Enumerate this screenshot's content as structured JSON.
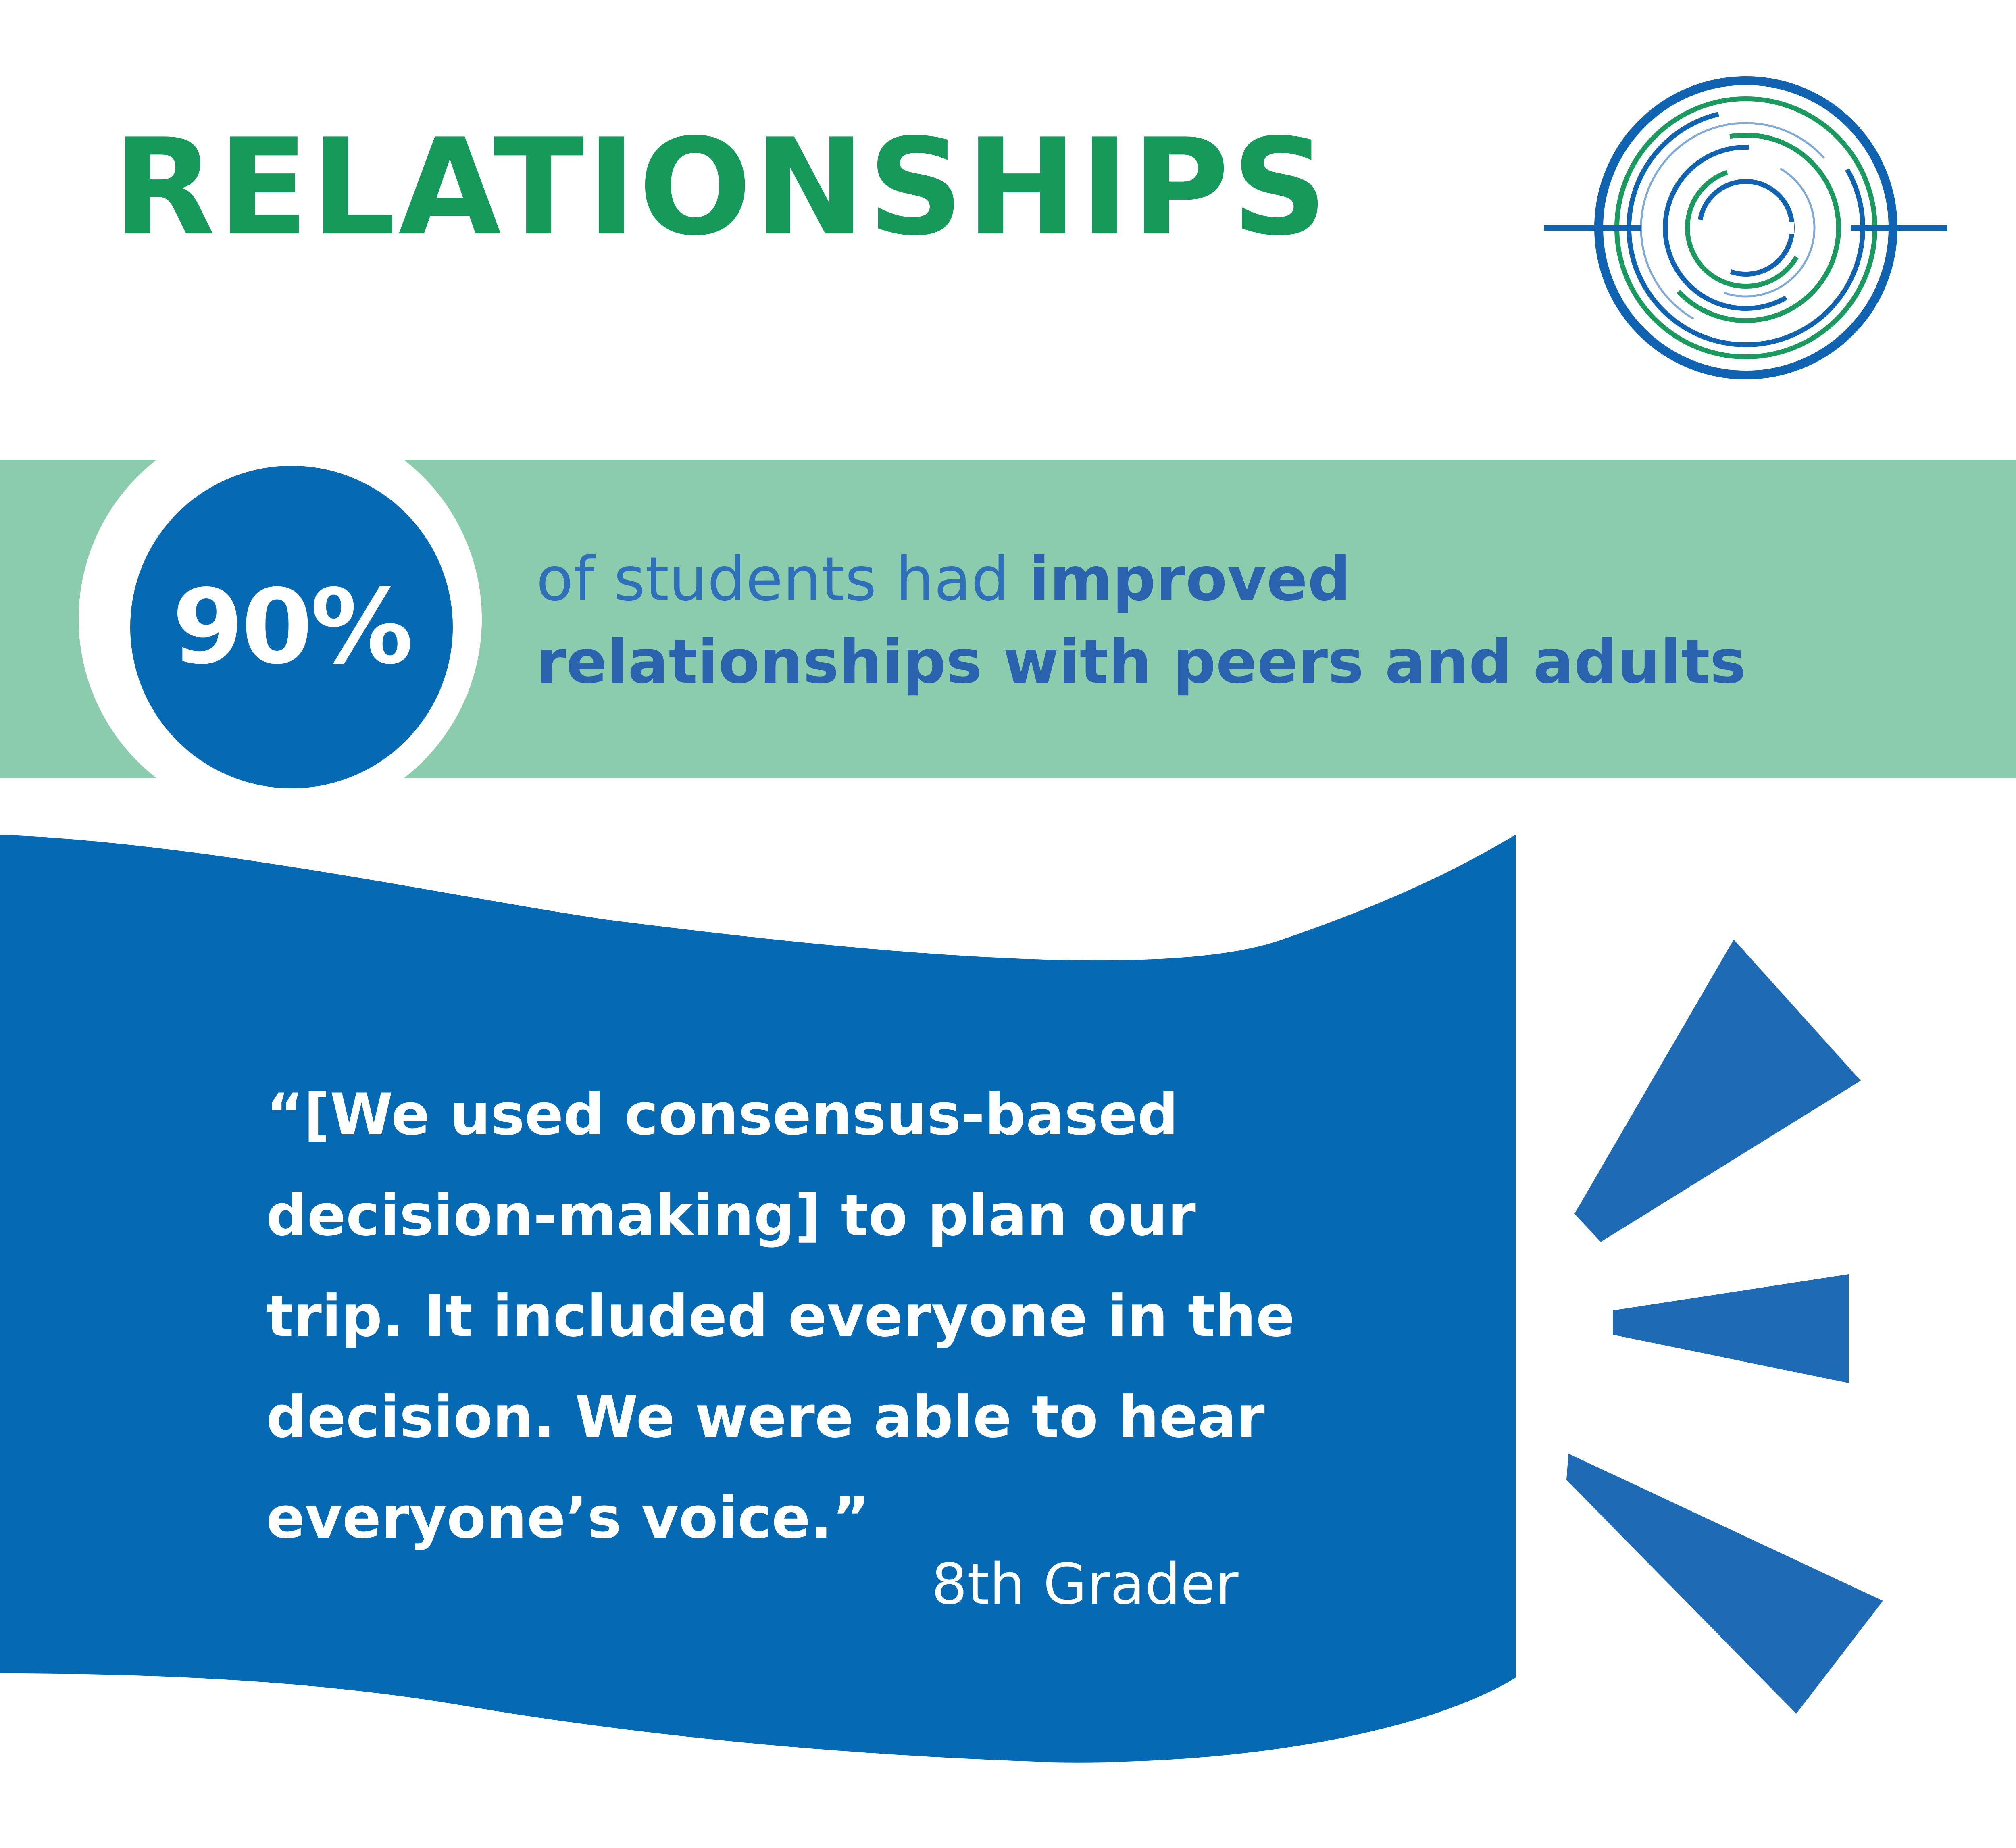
{
  "header": {
    "title": "RELATIONSHIPS"
  },
  "stat": {
    "value": "90%",
    "line1_plain": "of students had ",
    "line1_bold": "improved",
    "line2_bold": "relationships with peers and adults"
  },
  "quote": {
    "lines": [
      "“[We used consensus-based",
      "decision-making] to plan our",
      "trip. It included everyone in the",
      "decision. We were able to hear",
      "everyone’s voice.”"
    ],
    "attribution": "8th Grader"
  },
  "colors": {
    "title_green": "#159a5b",
    "band_green": "#8bcbae",
    "primary_blue": "#0669b3",
    "text_blue": "#2d6fb8",
    "ray_blue": "#1f6ab4",
    "logo_green": "#1a9a5e"
  },
  "icons": {
    "logo": "concentric-circles-target-icon",
    "rays": "emphasis-rays-icon"
  }
}
